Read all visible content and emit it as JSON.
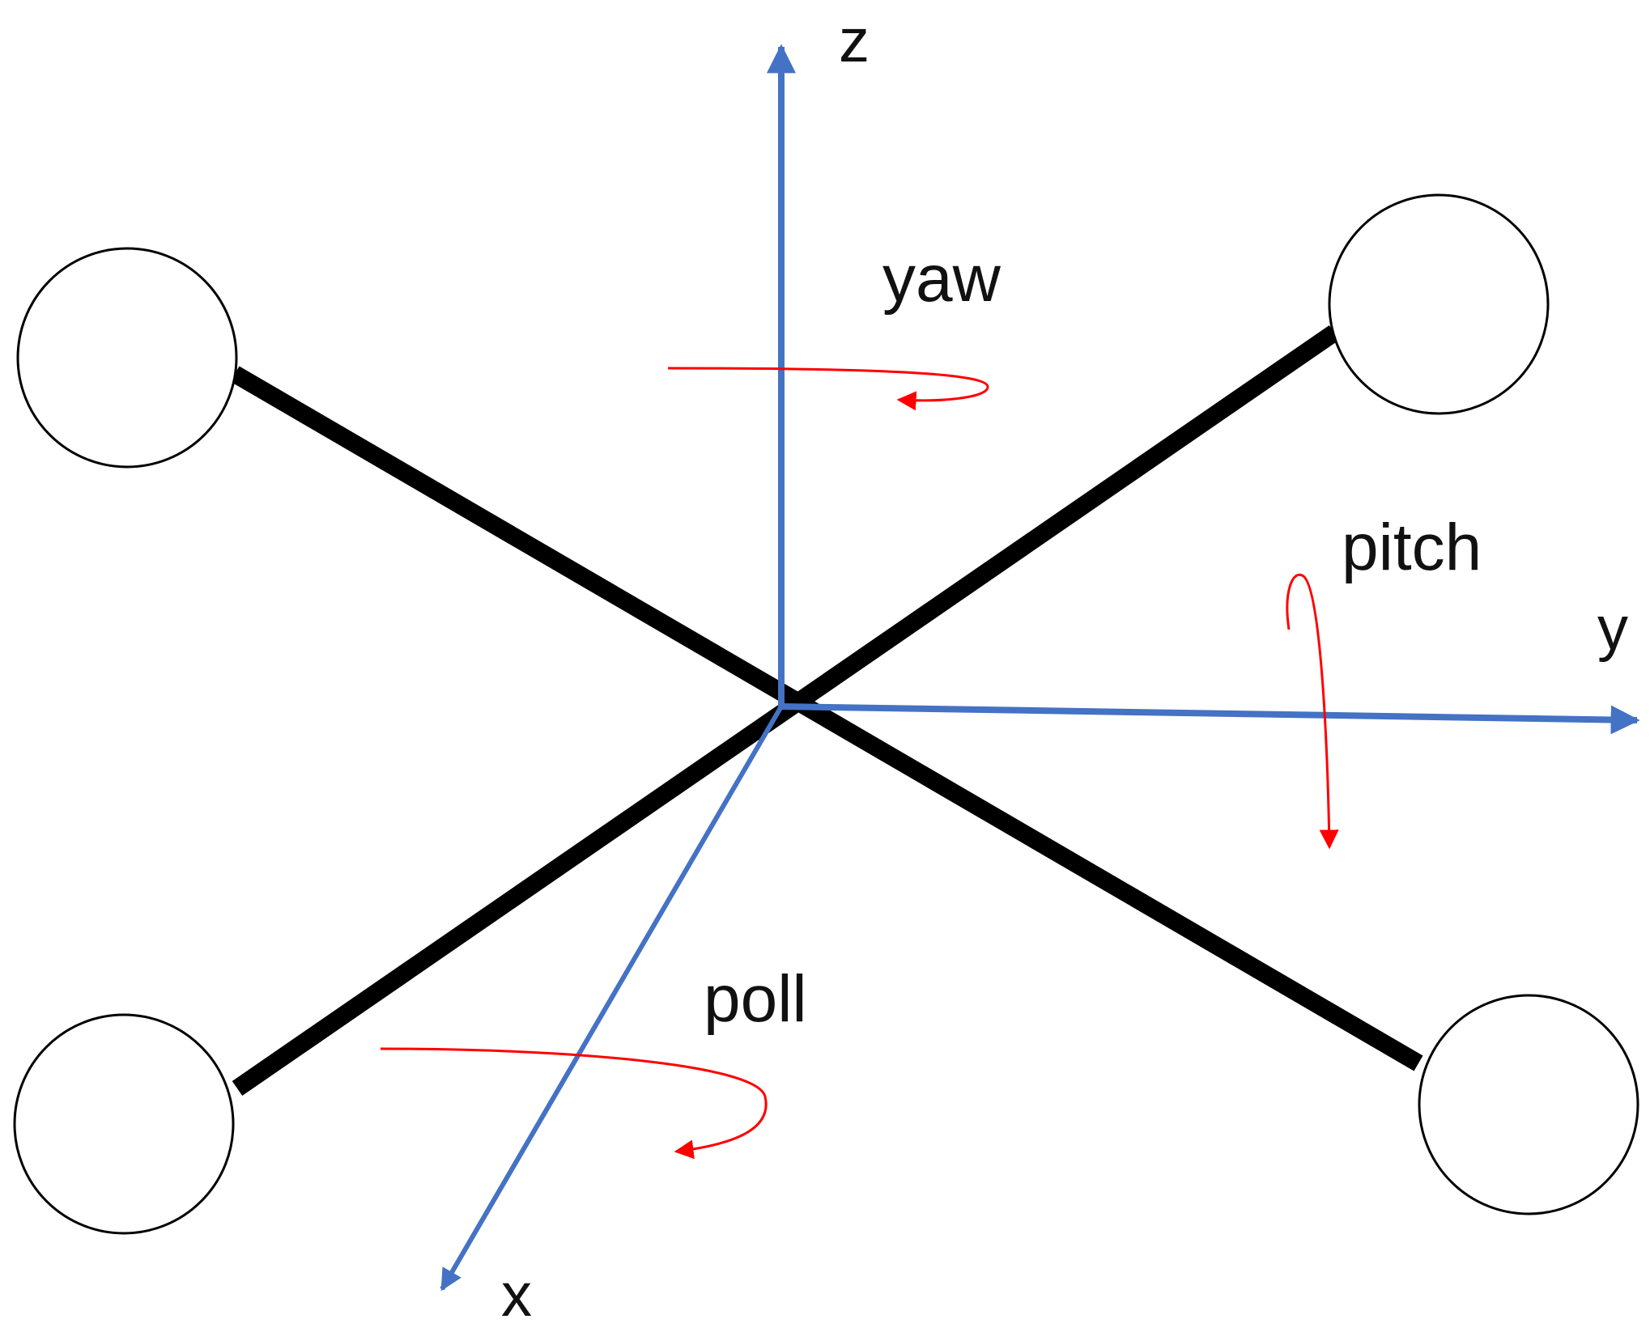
{
  "diagram": {
    "axes": {
      "z_label": "z",
      "y_label": "y",
      "x_label": "x",
      "color": "#4472C4"
    },
    "rotations": {
      "yaw_label": "yaw",
      "pitch_label": "pitch",
      "roll_label": "poll",
      "color": "#FF0000"
    },
    "frame": {
      "arm_color": "#000000",
      "rotor_stroke": "#000000",
      "rotor_fill": "#FFFFFF"
    }
  }
}
